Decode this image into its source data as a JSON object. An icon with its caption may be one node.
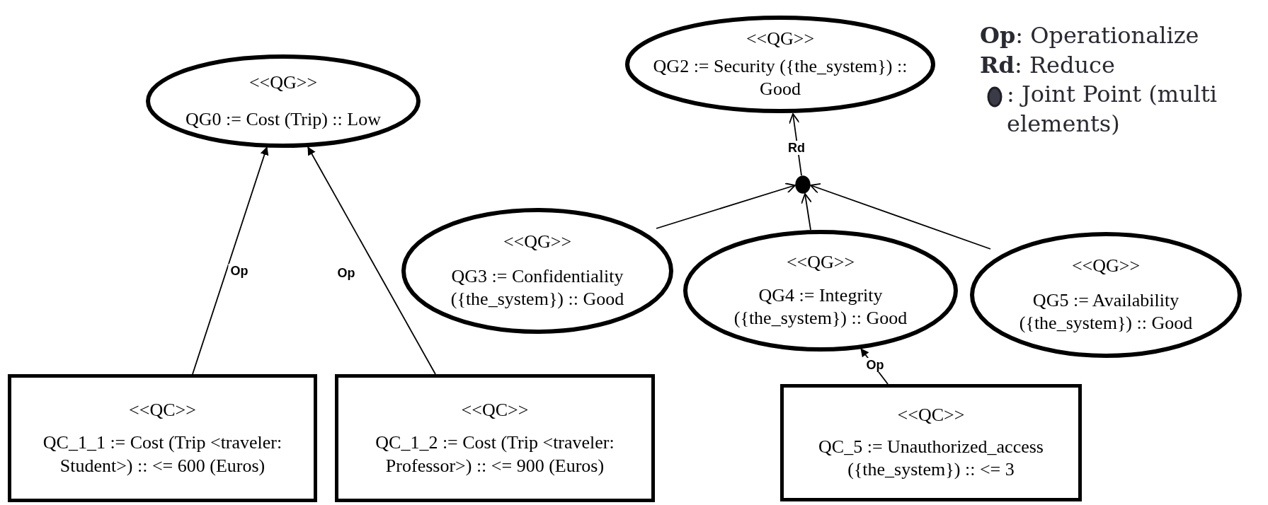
{
  "diagram": {
    "nodes": [
      {
        "text": [
          "<<QG>>",
          "QG0 := Cost (Trip) :: Low"
        ]
      },
      {
        "text": [
          "<<QC>>",
          "QC_1_1 := Cost (Trip <traveler: Student>) :: <= 600 (Euros)"
        ]
      },
      {
        "text": [
          "<<QC>>",
          "QC_1_2 := Cost (Trip <traveler: Professor>) :: <= 900 (Euros)"
        ]
      },
      {
        "text": [
          "<<QG>>",
          "QG2 := Security ({the_system}) :: Good"
        ]
      },
      {
        "text": [],
        "shape": "circle"
      },
      {
        "text": [
          "<<QG>>",
          "QG3 := Confidentiality ({the_system}) :: Good"
        ]
      },
      {
        "text": [
          "<<QG>>",
          "QG4 := Integrity ({the_system}) :: Good"
        ]
      },
      {
        "text": [
          "<<QG>>",
          "QG5 := Availability ({the_system}) :: Good"
        ]
      },
      {
        "text": [
          "<<QC>>",
          "QC_5 := Unauthorized_access ({the_system}) :: <= 3"
        ]
      }
    ],
    "edges": [
      {
        "from": 1,
        "to": 0,
        "arrow": "to",
        "label": "Op"
      },
      {
        "from": 2,
        "to": 0,
        "arrow": "to",
        "label": "Op"
      },
      {
        "from": 4,
        "to": 3,
        "arrow": "to",
        "label": "Rd"
      },
      {
        "from": 5,
        "to": 4,
        "arrow": "to"
      },
      {
        "from": 6,
        "to": 4,
        "arrow": "to"
      },
      {
        "from": 7,
        "to": 4,
        "arrow": "to"
      },
      {
        "from": 8,
        "to": 6,
        "arrow": "to",
        "label": "Op"
      }
    ],
    "labels": [
      "**Op**: Operationalize",
      "**Rd**: Reduce"
    ],
    "legend": [
      {
        "text": ": Joint Point (multi elements)"
      }
    ]
  }
}
